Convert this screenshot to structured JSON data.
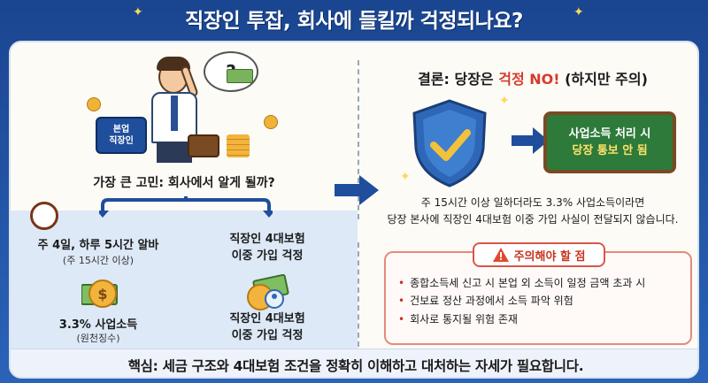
{
  "title": "직장인 투잡, 회사에 들킬까 걱정되나요?",
  "left": {
    "badge_line1": "본업",
    "badge_line2": "직장인",
    "worry": "가장 큰 고민: 회사에서 알게 될까?",
    "option1_title": "주 4일, 하루 5시간 알바",
    "option1_sub": "(주 15시간 이상)",
    "option2_title_line1": "직장인 4대보험",
    "option2_title_line2": "이중 가입 걱정",
    "option3_title": "3.3% 사업소득",
    "option3_sub": "(원천징수)",
    "option4_title_line1": "직장인 4대보험",
    "option4_title_line2": "이중 가입 걱정"
  },
  "right": {
    "conclusion_prefix": "결론: 당장은 ",
    "conclusion_highlight": "걱정 NO!",
    "conclusion_suffix": " (하지만 주의)",
    "sign_line1": "사업소득 처리 시",
    "sign_line2": "당장 통보 안 됨",
    "explain_line1": "주 15시간 이상 일하더라도 3.3% 사업소득이라면",
    "explain_line2": "당장 본사에 직장인 4대보험 이중 가입 사실이 전달되지 않습니다.",
    "caution_title": "주의해야 할 점",
    "caution_items": [
      "종합소득세 신고 시 본업 외 소득이 일정 금액 초과 시",
      "건보료 정산 과정에서 소득 파악 위험",
      "회사로 통지될 위험 존재"
    ]
  },
  "core": "핵심: 세금 구조와 4대보험 조건을 정확히 이해하고 대처하는 자세가 필요합니다.",
  "colors": {
    "header_bg": "#1f4e9c",
    "highlight_red": "#d63a2b",
    "sign_green": "#2d7a3a",
    "shield_blue": "#2f67b8",
    "check_yellow": "#f2c23a"
  },
  "icons": [
    "sparkle-icon",
    "question-icon",
    "money-bill-icon",
    "coin-icon",
    "clock-icon",
    "dollar-coin-icon",
    "shield-check-icon",
    "arrow-right-icon",
    "warning-icon",
    "insurance-icon",
    "briefcase-icon"
  ]
}
